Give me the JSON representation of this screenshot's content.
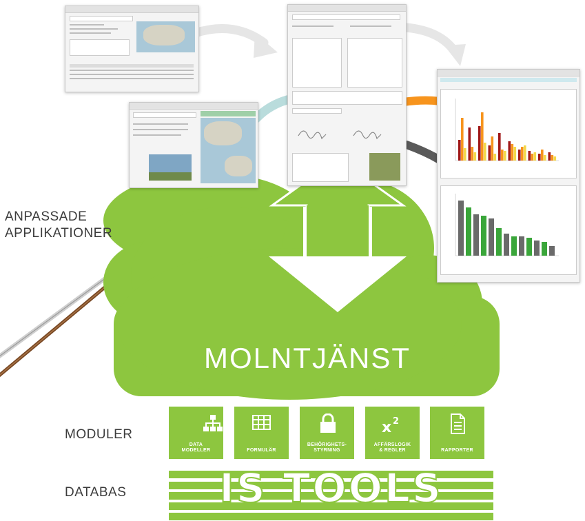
{
  "labels": {
    "custom_apps": "ANPASSADE\nAPPLIKATIONER",
    "modules": "MODULER",
    "database": "DATABAS"
  },
  "cloud": {
    "title": "MOLNTJÄNST"
  },
  "modules": [
    {
      "label": "DATA\nMODELLER",
      "icon": "data-model-icon"
    },
    {
      "label": "FORMULÄR",
      "icon": "form-grid-icon"
    },
    {
      "label": "BEHÖRIGHETS-\nSTYRNING",
      "icon": "lock-icon"
    },
    {
      "label": "AFFÄRSLOGIK\n& REGLER",
      "icon": "x-squared-icon"
    },
    {
      "label": "RAPPORTER",
      "icon": "report-document-icon"
    }
  ],
  "database_logo": "IS TOOLS",
  "colors": {
    "green": "#8dc63f",
    "orange": "#f7941d",
    "dark_arrow": "#5a5a5a",
    "light_arrow": "#e6e6e6",
    "teal_arrow": "#b9dcdc"
  }
}
